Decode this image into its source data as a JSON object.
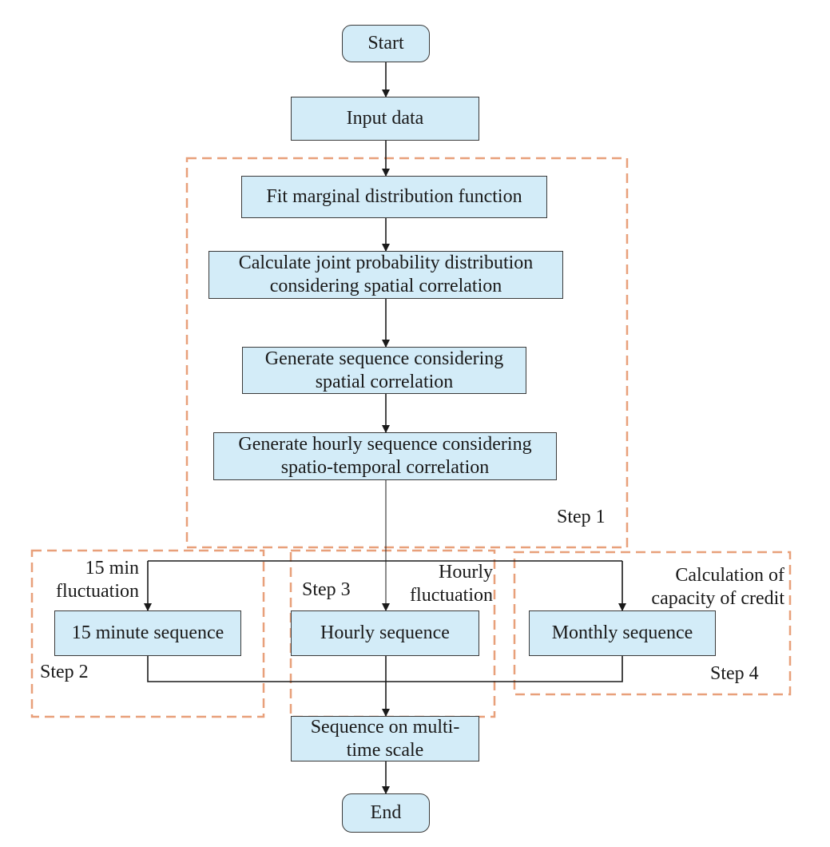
{
  "nodes": {
    "start": "Start",
    "input_data": "Input data",
    "fit_marginal": "Fit marginal distribution function",
    "calc_joint": [
      "Calculate joint probability distribution",
      "considering spatial correlation"
    ],
    "gen_sequence": [
      "Generate sequence considering",
      "spatial correlation"
    ],
    "gen_hourly": [
      "Generate hourly sequence considering",
      "spatio-temporal correlation"
    ],
    "min15_sequence": "15 minute sequence",
    "hourly_sequence": "Hourly sequence",
    "monthly_sequence": "Monthly sequence",
    "multi_time": [
      "Sequence on multi-",
      "time scale"
    ],
    "end": "End"
  },
  "labels": {
    "step1": "Step 1",
    "step2": "Step 2",
    "step3": "Step 3",
    "step4": "Step 4",
    "min15_fluctuation": [
      "15 min",
      "fluctuation"
    ],
    "hourly_fluctuation": [
      "Hourly",
      "fluctuation"
    ],
    "capacity_credit": [
      "Calculation of",
      "capacity of credit"
    ]
  },
  "colors": {
    "box_fill": "#d3ecf8",
    "box_border": "#3a3a3a",
    "arrow": "#1a1a1a",
    "step_frame": "#e8a07a"
  }
}
